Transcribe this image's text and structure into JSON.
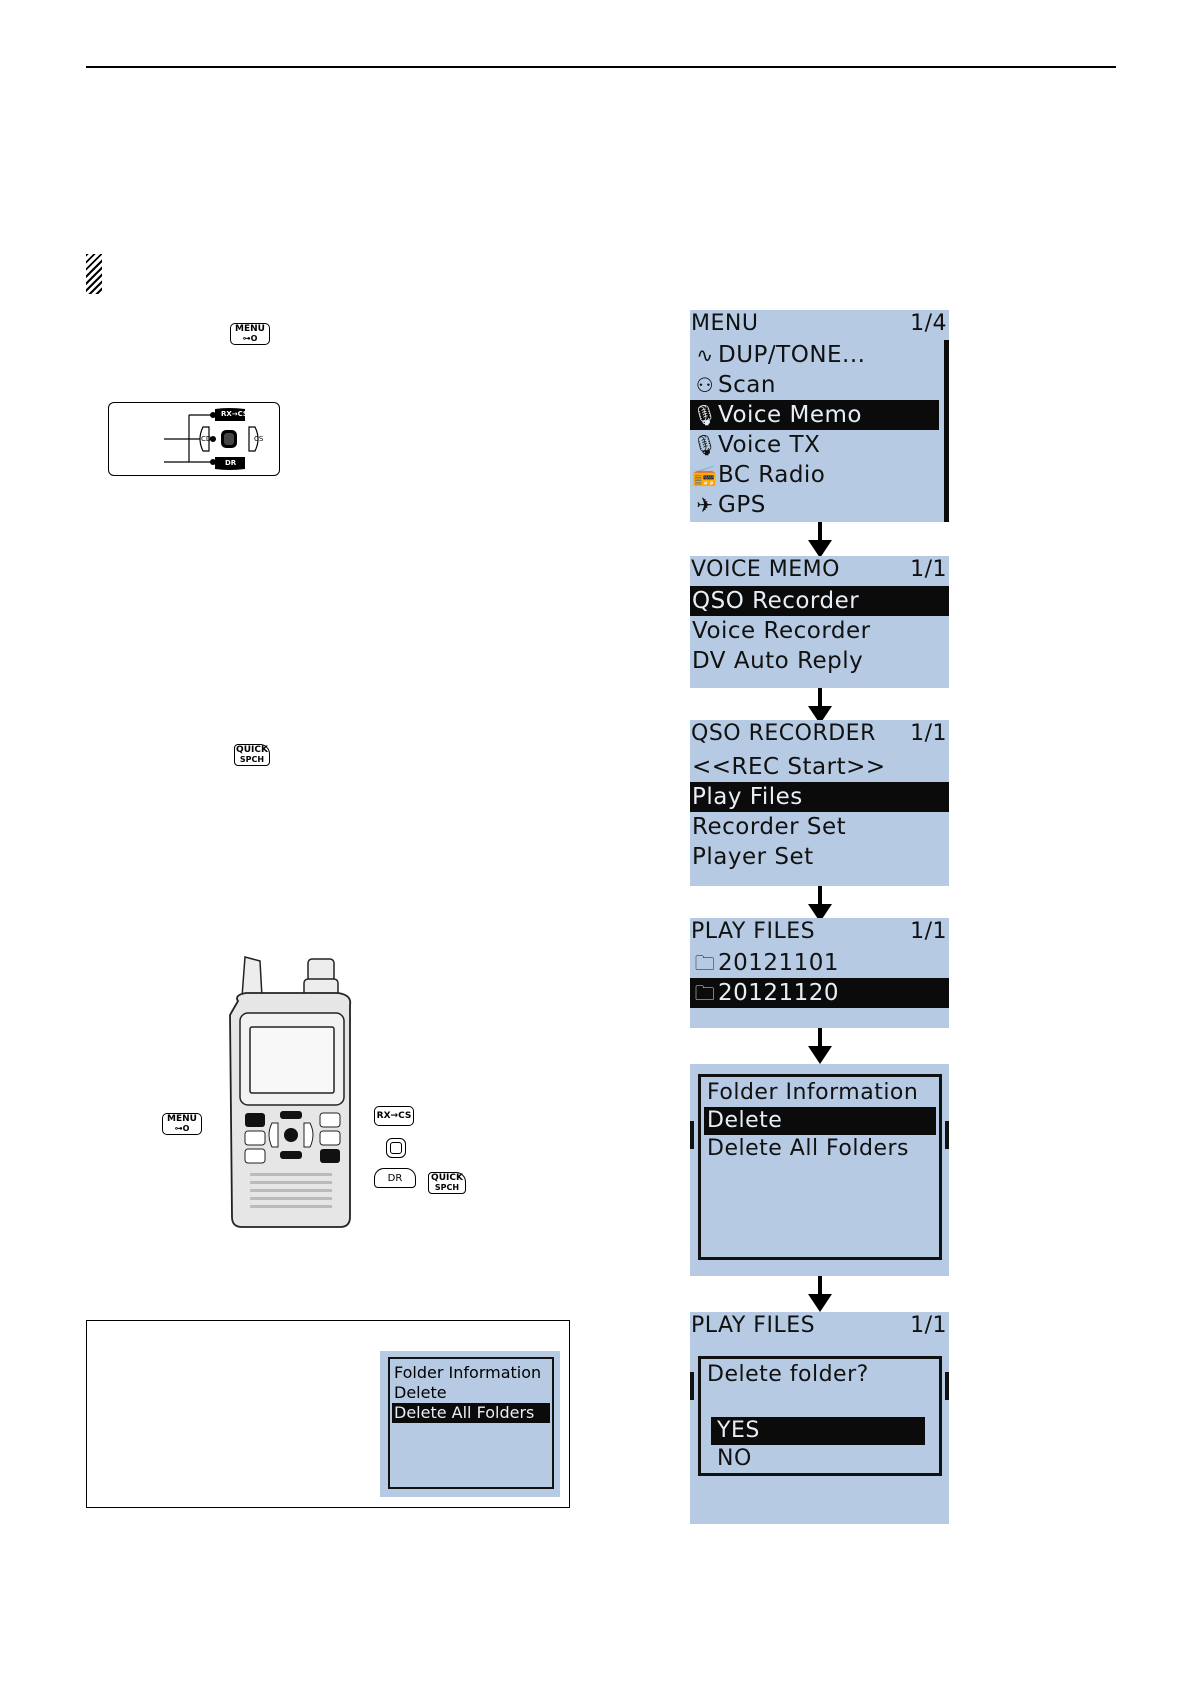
{
  "keys": {
    "menu": {
      "line1": "MENU",
      "line2": "⊶O"
    },
    "quick": {
      "line1": "QUICK",
      "line2": "SPCH"
    },
    "rxcs": "RX→CS",
    "dr": "DR",
    "cs": "CS",
    "cd": "CD"
  },
  "screens": {
    "menu": {
      "title": "MENU",
      "page": "1/4",
      "items": [
        {
          "icon": "∿",
          "label": "DUP/TONE..."
        },
        {
          "icon": "⚇",
          "label": "Scan"
        },
        {
          "icon": "🎙",
          "label": "Voice Memo"
        },
        {
          "icon": "🎙",
          "label": "Voice TX"
        },
        {
          "icon": "📻",
          "label": "BC Radio"
        },
        {
          "icon": "✈",
          "label": "GPS"
        }
      ],
      "selected": 2
    },
    "voice_memo": {
      "title": "VOICE MEMO",
      "page": "1/1",
      "items": [
        "QSO Recorder",
        "Voice Recorder",
        "DV Auto Reply"
      ],
      "selected": 0
    },
    "qso_recorder": {
      "title": "QSO RECORDER",
      "page": "1/1",
      "items": [
        "<<REC Start>>",
        "Play Files",
        "Recorder Set",
        "Player Set"
      ],
      "selected": 1
    },
    "play_files": {
      "title": "PLAY FILES",
      "page": "1/1",
      "items": [
        "20121101",
        "20121120"
      ],
      "selected": 1
    },
    "folder_menu": {
      "items": [
        "Folder Information",
        "Delete",
        "Delete All Folders"
      ],
      "selected": 1
    },
    "delete_confirm": {
      "title": "PLAY FILES",
      "page": "1/1",
      "prompt": "Delete folder?",
      "options": [
        "YES",
        "NO"
      ],
      "selected": 0
    },
    "note_menu": {
      "items": [
        "Folder Information",
        "Delete",
        "Delete All Folders"
      ],
      "selected": 2
    }
  }
}
